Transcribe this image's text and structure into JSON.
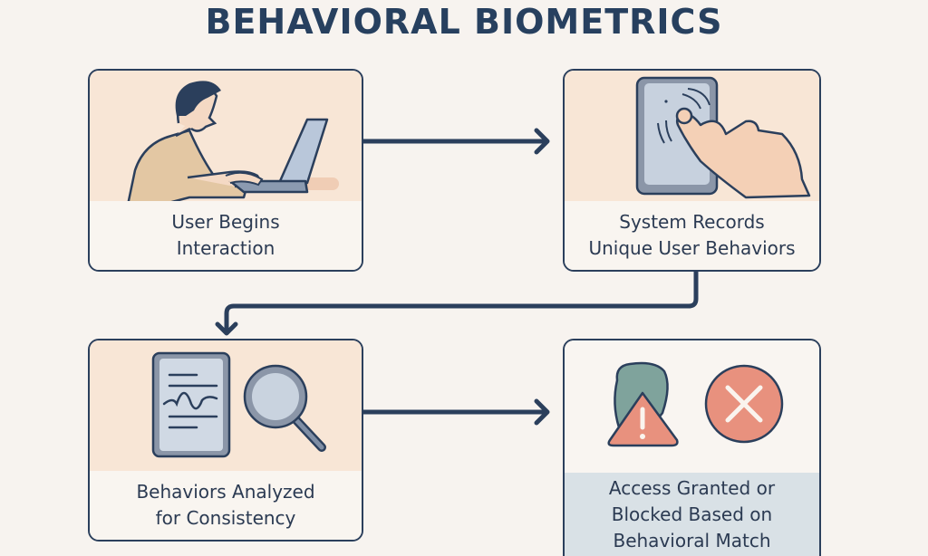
{
  "title": "BEHAVIORAL BIOMETRICS",
  "colors": {
    "navy": "#27405f",
    "peach": "#f8e6d6",
    "cream": "#f7f3ef",
    "coral": "#e8917e",
    "slate": "#d9e1e6"
  },
  "steps": [
    {
      "label_line1": "User Begins",
      "label_line2": "Interaction",
      "icon": "person-laptop-icon"
    },
    {
      "label_line1": "System Records",
      "label_line2": "Unique User Behaviors",
      "icon": "hand-tablet-icon"
    },
    {
      "label_line1": "Behaviors Analyzed",
      "label_line2": "for Consistency",
      "icon": "document-magnifier-icon"
    },
    {
      "label_line1": "Access Granted or",
      "label_line2": "Blocked Based on",
      "label_line3": "Behavioral Match",
      "icon": "warning-denied-icon"
    }
  ]
}
